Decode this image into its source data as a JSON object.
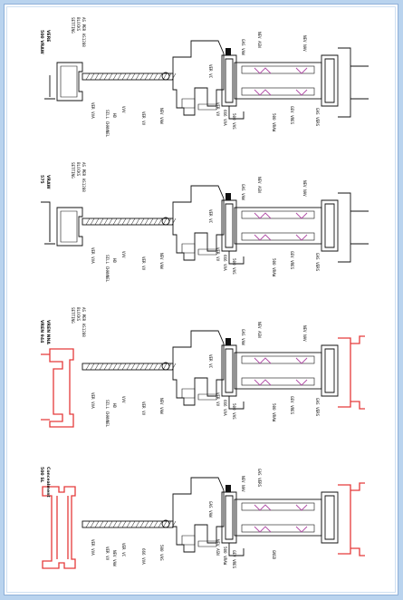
{
  "colors": {
    "background": "#b9d3ee",
    "paper": "#ffffff",
    "ink": "#111111",
    "existing_frame": "#e53a3a",
    "spacer_zigzag": "#b04aa6"
  },
  "details": [
    {
      "id": "detail-1",
      "outer_label": "500 VRAW",
      "outer_label_2": "VERE",
      "setting_blocks": [
        "SETTING",
        "BLOCKS",
        "AS PER AS1288"
      ],
      "labels": [
        "VER VVA",
        "SILL CHANNEL",
        "HD",
        "VVV",
        "VER VV",
        "NEV VAW",
        "VER VC",
        "VER VV",
        "666 VVA",
        "500 VAS",
        "GAS VAW",
        "NEV ASN",
        "500 VRAW",
        "GEV VRES",
        "NEV NAV",
        "GAS VERS"
      ]
    },
    {
      "id": "detail-2",
      "outer_label": "575",
      "outer_label_2": "VRAW",
      "setting_blocks": [
        "SETTING",
        "BLOCKS",
        "AS PER AS1288"
      ],
      "labels": [
        "VER VVA",
        "SILL CHANNEL",
        "HD",
        "VVV",
        "VER VV",
        "NEV VAW",
        "VER VC",
        "VER VV",
        "666 VVA",
        "500 VAS",
        "GAS VAW",
        "NEV ASN",
        "500 VRAW",
        "GEV VRES",
        "NEV NAV",
        "GAS VERS"
      ]
    },
    {
      "id": "detail-3",
      "outer_label": "VREN 944",
      "outer_label_2": "VREN NNA",
      "setting_blocks": [
        "SETTING",
        "BLOCKS",
        "AS PER AS1288"
      ],
      "labels": [
        "VER VVA",
        "SILL CHANNEL",
        "HD",
        "VVV",
        "VER VV",
        "NEV VAW",
        "VER VC",
        "VER VV",
        "666 VVA",
        "500 VAS",
        "GAS VAW",
        "NEV ASN",
        "500 VRAW",
        "GEV VRES",
        "NEV NAV",
        "GAS VERS"
      ]
    },
    {
      "id": "detail-4",
      "outer_label": "500 SL",
      "outer_label_2": "Concealment",
      "setting_blocks": [],
      "labels": [
        "VER VVA",
        "VER VV",
        "NEV VAW",
        "VER VC",
        "666 VVA",
        "500 VAS",
        "GAS VAW",
        "NEV ASN",
        "500 VRAW",
        "GEV VRES",
        "NEV NAV",
        "GAS VERS",
        "GNSD"
      ]
    }
  ]
}
